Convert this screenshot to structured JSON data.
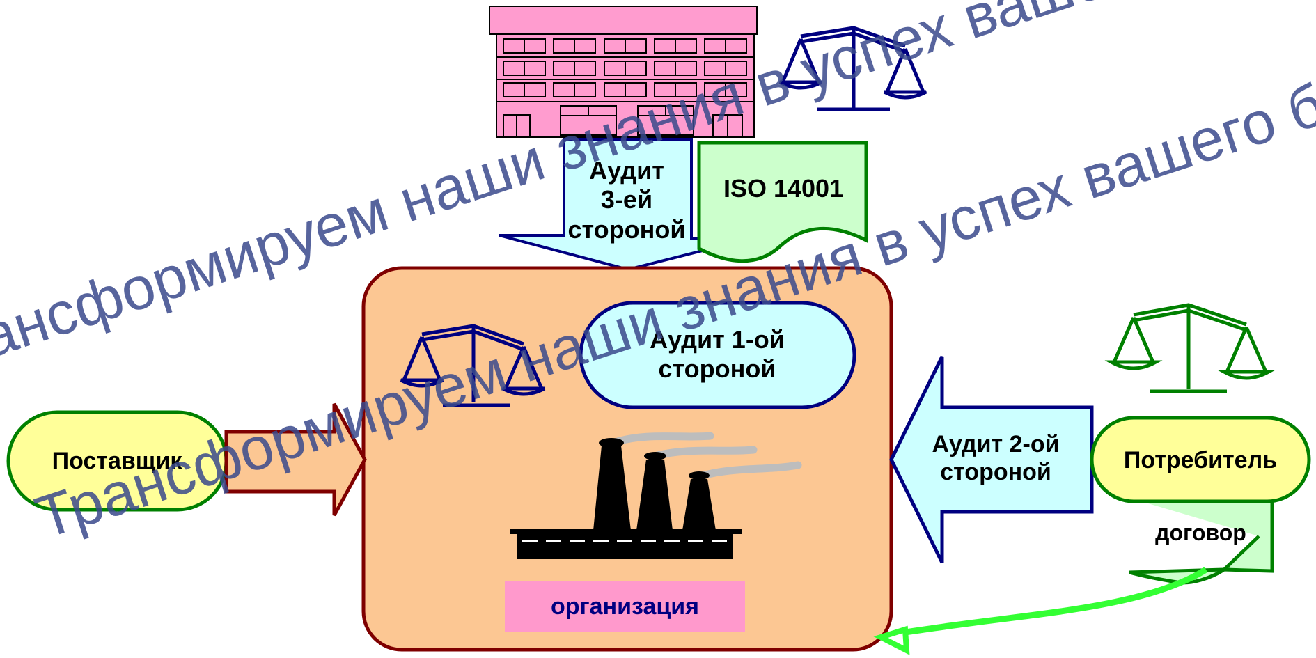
{
  "audit_third_party": "Аудит\n3-ей\nстороной",
  "standard": "ISO 14001",
  "audit_first_party": "Аудит 1-ой\nстороной",
  "supplier": "Поставщик",
  "consumer": "Потребитель",
  "audit_second_party": "Аудит 2-ой\nстороной",
  "contract": "договор",
  "organization": "организация",
  "watermark": "Трансформируем наши знания в успех вашего бизнеса",
  "colors": {
    "building": "#ff9ccf",
    "iso_doc": "#ccffcc",
    "audit_box": "#ccffff",
    "organization_box": "#fcc793",
    "organization_border": "#7f0000",
    "party_box": "#ffff99",
    "scales_blue": "#000080",
    "scales_green": "#008000",
    "flow_arrow": "#33ff33",
    "org_label_bg": "#ff99cc",
    "org_label_text": "#000080",
    "watermark": "#3a4a8c"
  }
}
